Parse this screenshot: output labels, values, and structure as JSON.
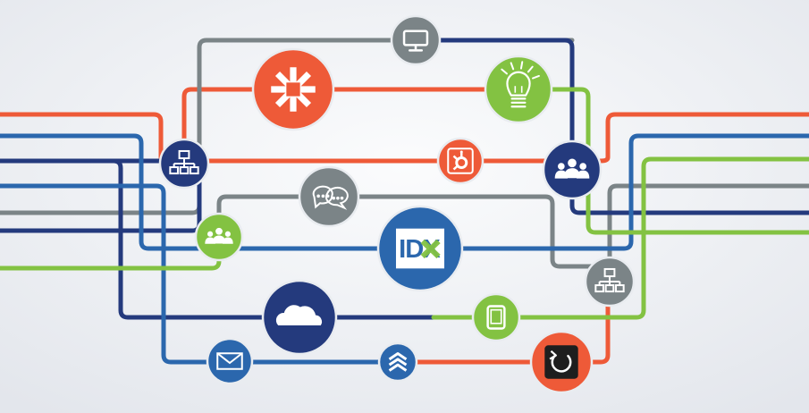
{
  "colors": {
    "orange": "#ee5a38",
    "gray": "#7b8487",
    "navy": "#243a7d",
    "blue": "#2b67ad",
    "green": "#83c242",
    "white": "#ffffff"
  },
  "nodes": [
    {
      "id": "zapier",
      "icon": "asterisk-icon",
      "color": "orange"
    },
    {
      "id": "monitor",
      "icon": "monitor-icon",
      "color": "gray"
    },
    {
      "id": "lightbulb",
      "icon": "lightbulb-icon",
      "color": "green"
    },
    {
      "id": "hubspot",
      "icon": "hubspot-icon",
      "color": "orange"
    },
    {
      "id": "network-left",
      "icon": "network-icon",
      "color": "navy"
    },
    {
      "id": "chat",
      "icon": "chat-bubbles-icon",
      "color": "gray"
    },
    {
      "id": "users-left",
      "icon": "users-icon",
      "color": "green"
    },
    {
      "id": "users-right",
      "icon": "users-icon",
      "color": "navy"
    },
    {
      "id": "idx",
      "icon": "idx-logo",
      "color": "blue"
    },
    {
      "id": "network-right",
      "icon": "network-icon",
      "color": "gray"
    },
    {
      "id": "cloud",
      "icon": "cloud-icon",
      "color": "navy"
    },
    {
      "id": "tablet",
      "icon": "tablet-icon",
      "color": "green"
    },
    {
      "id": "email",
      "icon": "envelope-icon",
      "color": "blue"
    },
    {
      "id": "layers",
      "icon": "layers-icon",
      "color": "blue"
    },
    {
      "id": "refresh",
      "icon": "refresh-icon",
      "color": "orange"
    }
  ],
  "idx_logo": {
    "text": "IDX"
  }
}
